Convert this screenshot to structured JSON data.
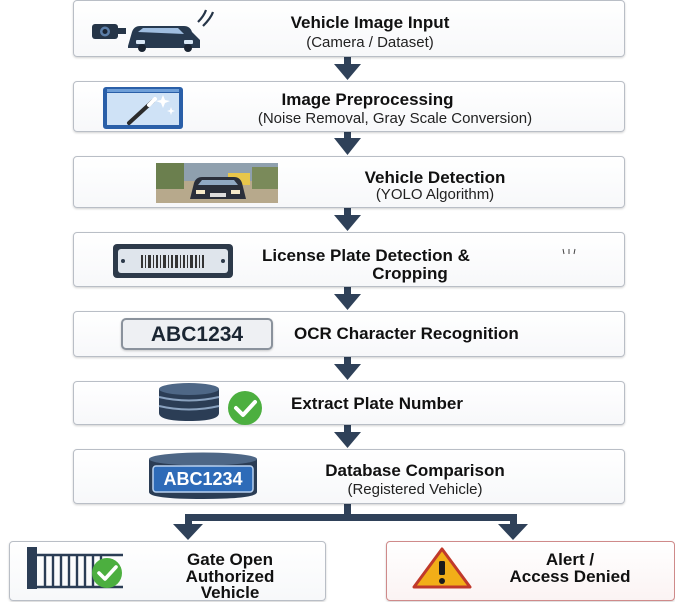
{
  "steps": [
    {
      "title": "Vehicle Image Input",
      "subtitle": "(Camera / Dataset)",
      "icon": "camera-car-icon"
    },
    {
      "title": "Image Preprocessing",
      "subtitle": "(Noise Removal, Gray Scale Conversion)",
      "icon": "magic-wand-window-icon"
    },
    {
      "title": "Vehicle Detection",
      "subtitle": "(YOLO Algorithm)",
      "icon": "car-photo-icon"
    },
    {
      "title": "License Plate Detection &",
      "title2": "Cropping",
      "icon": "license-plate-icon"
    },
    {
      "title": "OCR Character Recognition",
      "plate_text": "ABC1234",
      "icon": "plate-text-icon"
    },
    {
      "title": "Extract Plate Number",
      "icon": "database-check-icon"
    },
    {
      "title": "Database Comparison",
      "subtitle": "(Registered Vehicle)",
      "plate_text": "ABC1234",
      "icon": "database-plate-icon"
    }
  ],
  "outcomes": {
    "left": {
      "line1": "Gate Open",
      "line2": "Authorized",
      "line3": "Vehicle",
      "icon": "gate-check-icon"
    },
    "right": {
      "line1": "Alert /",
      "line2": "Access Denied",
      "icon": "warning-icon"
    }
  },
  "colors": {
    "arrow": "#2f4159",
    "box_border": "#b9bec6",
    "alert_border": "#cf8a8a",
    "check": "#49ad3f",
    "warning": "#e8a317"
  }
}
